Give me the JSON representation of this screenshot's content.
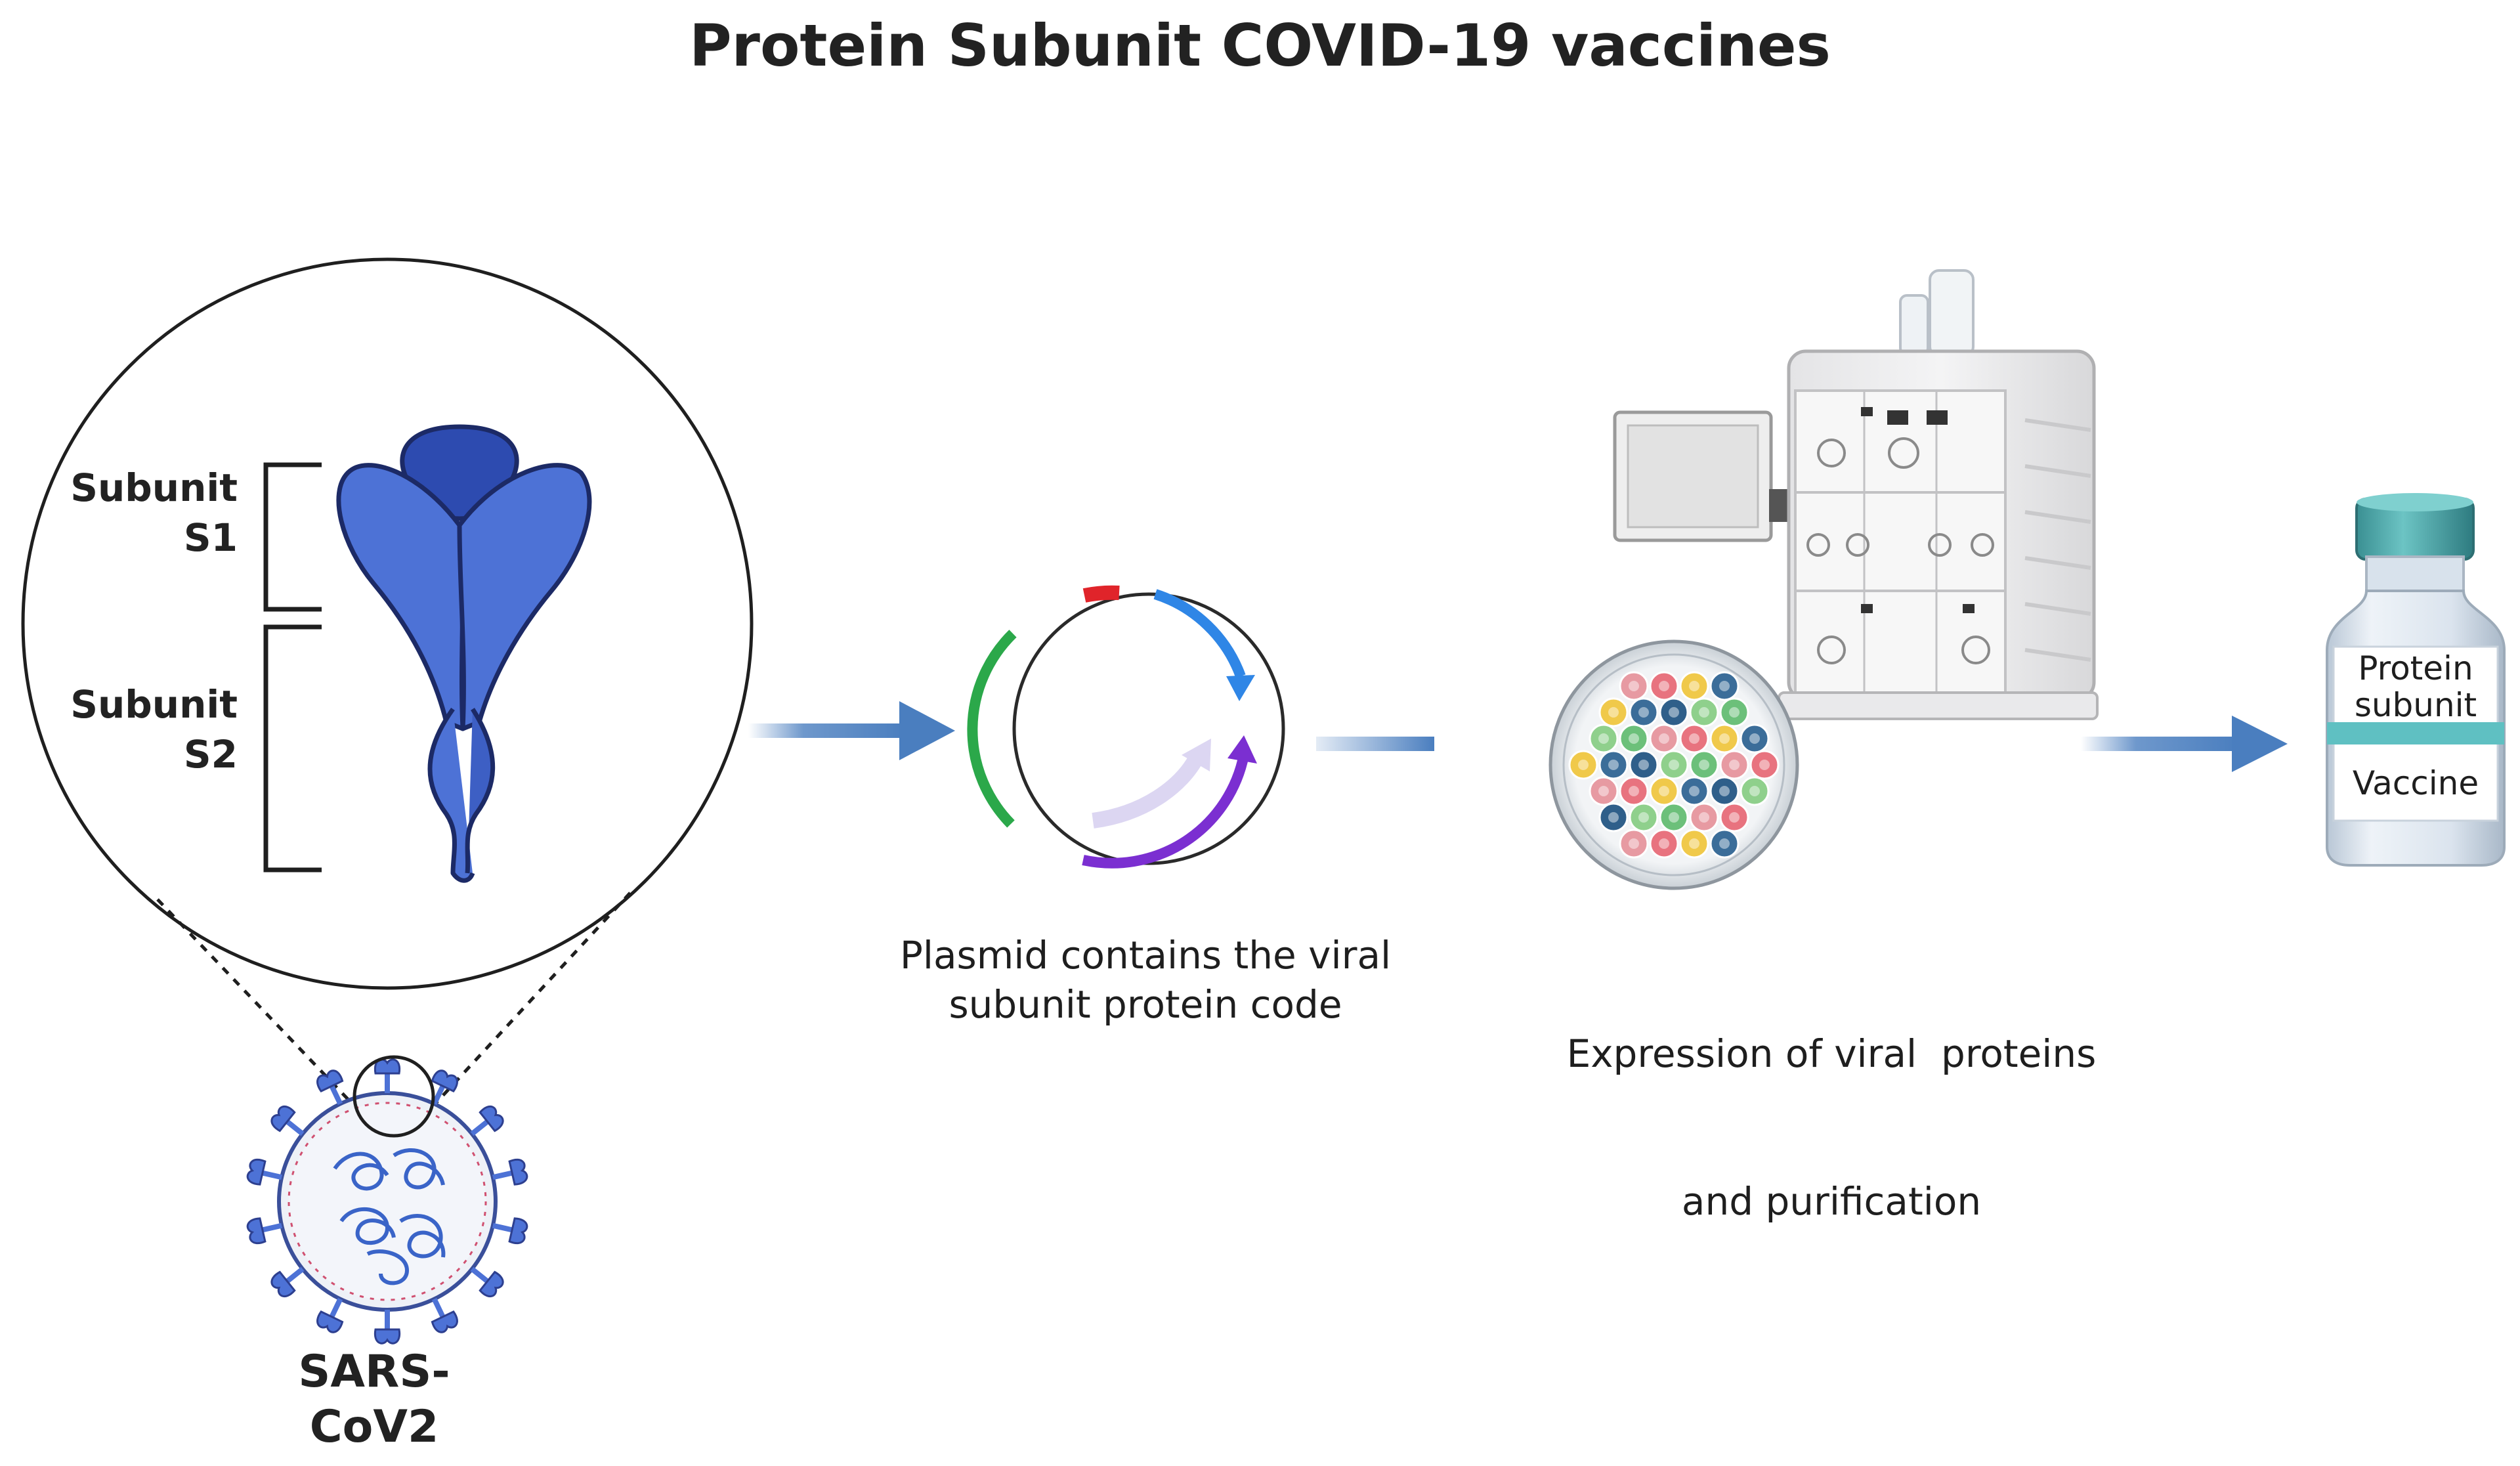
{
  "title": "Protein Subunit COVID-19 vaccines",
  "spike": {
    "subunit_s1": [
      "Subunit",
      "S1"
    ],
    "subunit_s2": [
      "Subunit",
      "S2"
    ]
  },
  "virus": {
    "label": [
      "SARS-",
      "CoV2"
    ]
  },
  "plasmid": {
    "caption": [
      "Plasmid contains the viral",
      "subunit protein code"
    ]
  },
  "expression": {
    "caption": [
      "Expression of viral  proteins",
      "and purification"
    ]
  },
  "vial": {
    "label_top": [
      "Protein",
      "subunit"
    ],
    "label_bottom": "Vaccine"
  },
  "colors": {
    "spike": "#4d72d6",
    "spike_dark": "#2d3f8f",
    "arrow": "#4a7ebf",
    "plasmid_green": "#2ba84a",
    "plasmid_red": "#e0242a",
    "plasmid_blue": "#2f86e6",
    "plasmid_purple": "#7b2fd1"
  }
}
